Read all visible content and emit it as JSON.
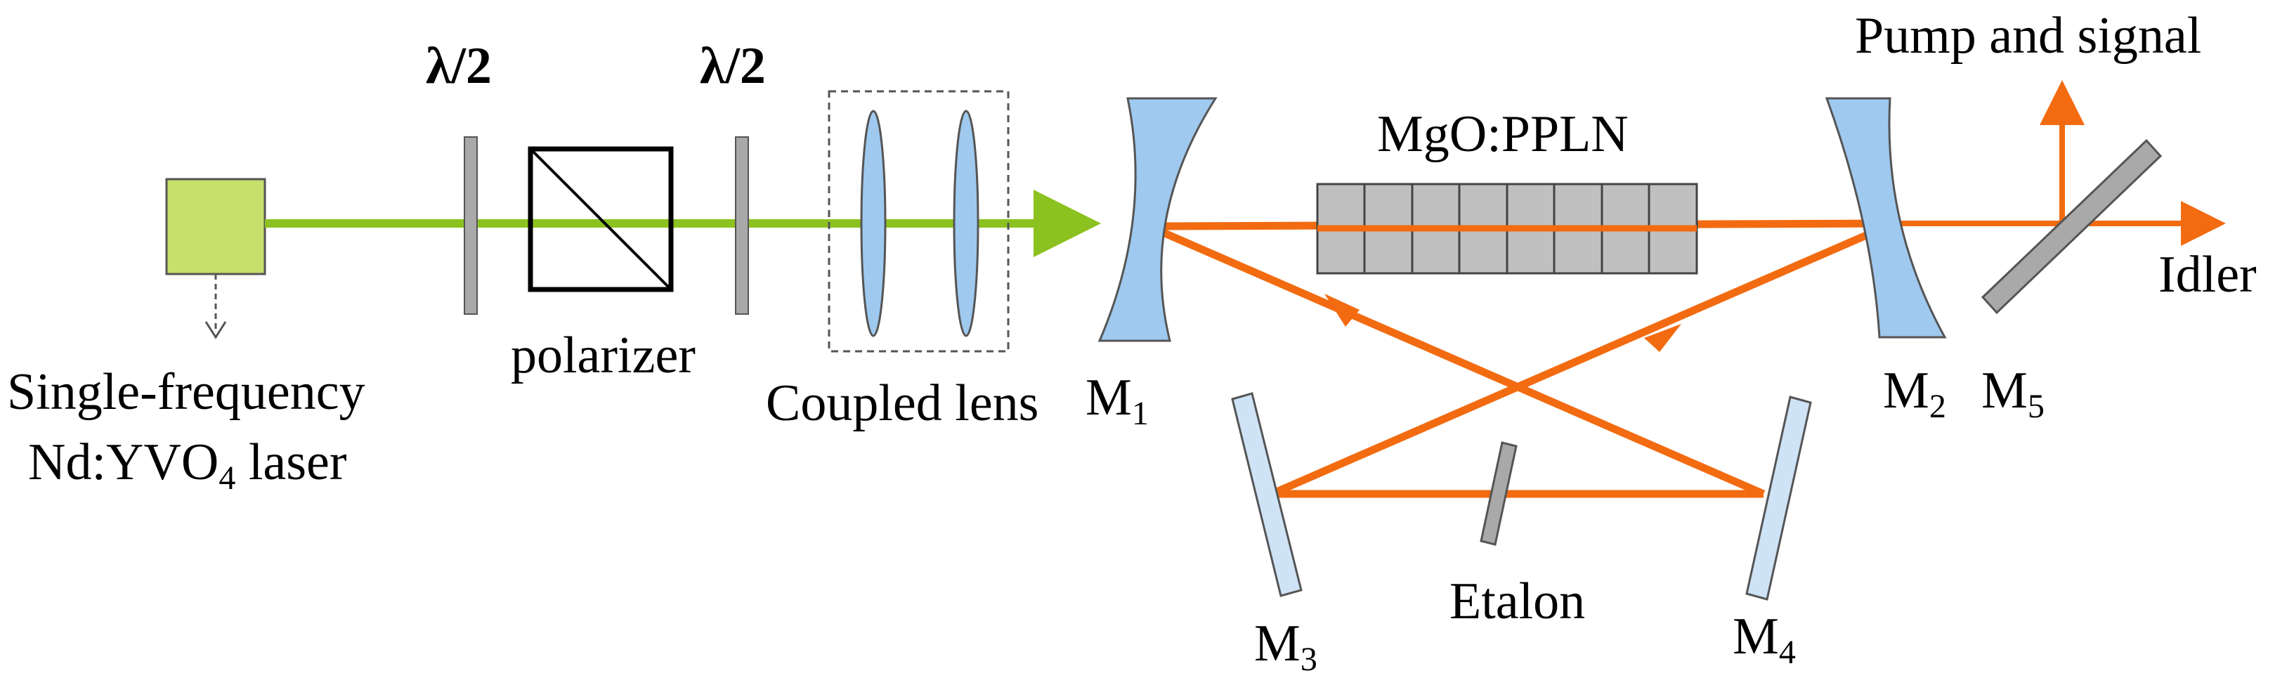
{
  "colors": {
    "pump_beam": "#8cc21f",
    "oscillator_beam": "#f26b11",
    "laser_box": "#c6e06b",
    "mirror_curved": "#9fc9ef",
    "mirror_flat": "#cfe3f7",
    "lens": "#9fc9ef",
    "waveplate": "#a9a9a9",
    "crystal": "#c0c0c0",
    "etalon": "#a9a9a9",
    "beamsplitter": "#a9a9a9"
  },
  "labels": {
    "laser_line1": "Single-frequency",
    "laser_line2_prefix": "Nd:YVO",
    "laser_line2_sub": "4",
    "laser_line2_suffix": " laser",
    "waveplate1": "λ/2",
    "waveplate2": "λ/2",
    "polarizer": "polarizer",
    "coupled_lens": "Coupled lens",
    "crystal": "MgO:PPLN",
    "m1": "M",
    "m1_sub": "1",
    "m2": "M",
    "m2_sub": "2",
    "m3": "M",
    "m3_sub": "3",
    "m4": "M",
    "m4_sub": "4",
    "m5": "M",
    "m5_sub": "5",
    "etalon": "Etalon",
    "pump_and_signal": "Pump and signal",
    "idler": "Idler"
  }
}
